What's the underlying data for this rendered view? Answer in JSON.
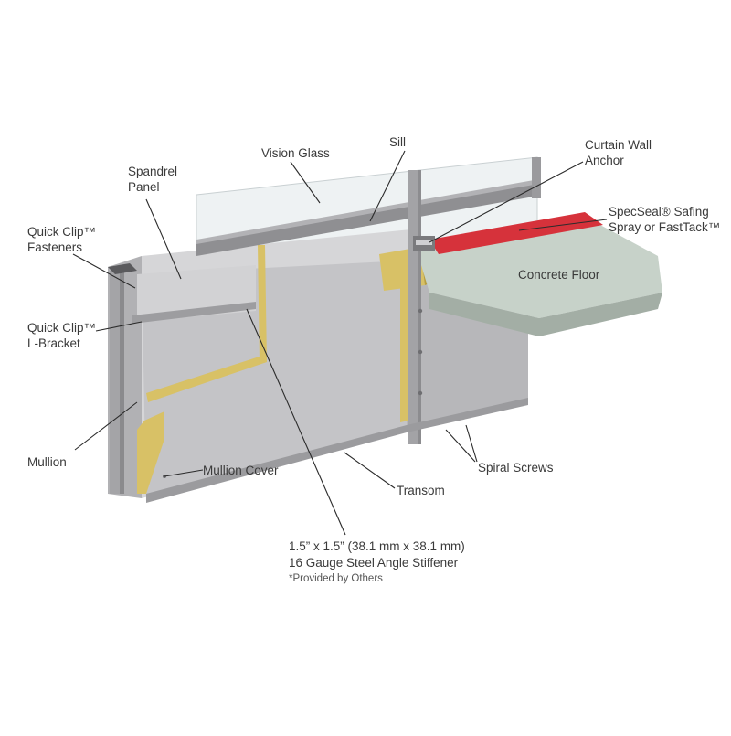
{
  "labels": {
    "vision_glass": "Vision Glass",
    "sill": "Sill",
    "curtain_wall_anchor": [
      "Curtain Wall",
      "Anchor"
    ],
    "spandrel_panel": [
      "Spandrel",
      "Panel"
    ],
    "specseal": [
      "SpecSeal® Safing",
      "Spray or FastTack™"
    ],
    "quick_clip_fasteners": [
      "Quick Clip™",
      "Fasteners"
    ],
    "concrete_floor": "Concrete Floor",
    "quick_clip_bracket": [
      "Quick Clip™",
      "L-Bracket"
    ],
    "mullion": "Mullion",
    "mullion_cover": "Mullion Cover",
    "spiral_screws": "Spiral Screws",
    "transom": "Transom",
    "stiffener": [
      "1.5” x 1.5” (38.1 mm x 38.1 mm)",
      "16 Gauge Steel Angle Stiffener"
    ],
    "provided_by": "*Provided by Others"
  },
  "colors": {
    "panel_front": "#c9c9cb",
    "panel_side": "#a9a9ab",
    "insulation": "#d8c166",
    "insulation_dark": "#b79e3f",
    "concrete": "#c7d2c9",
    "concrete_side": "#a3aea5",
    "safing": "#d6323b",
    "frame": "#8f8f92",
    "glass": "#eef2f3"
  }
}
